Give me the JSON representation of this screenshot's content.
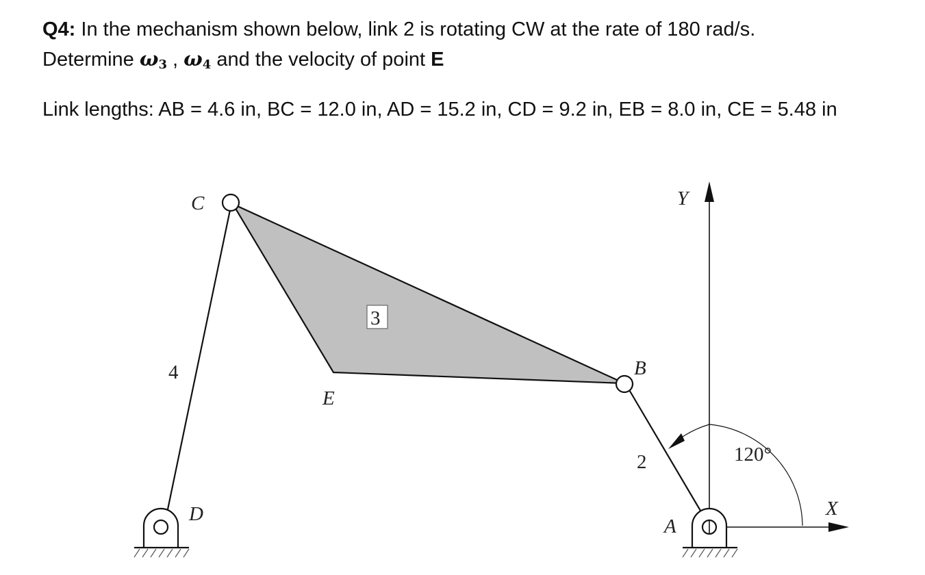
{
  "question": {
    "prefix": "Q4:",
    "line1_text": " In the mechanism shown below, link 2 is rotating CW at the rate of 180 rad/s.",
    "line2_start": "Determine ",
    "omega3": "ω",
    "omega3_sub": "3",
    "comma": " , ",
    "omega4": "ω",
    "omega4_sub": "4",
    "line2_mid": " and the velocity of point ",
    "point_e": "E",
    "link_lengths": "Link lengths: AB = 4.6 in, BC = 12.0 in, AD = 15.2 in, CD = 9.2 in, EB = 8.0 in, CE = 5.48 in"
  },
  "diagram": {
    "labels": {
      "C": "C",
      "Y": "Y",
      "X": "X",
      "B": "B",
      "E": "E",
      "D": "D",
      "A": "A",
      "link2": "2",
      "link3": "3",
      "link4": "4",
      "angle": "120°"
    },
    "colors": {
      "link3_fill": "#c0c0c0",
      "stroke": "#111111",
      "background": "#ffffff"
    }
  }
}
